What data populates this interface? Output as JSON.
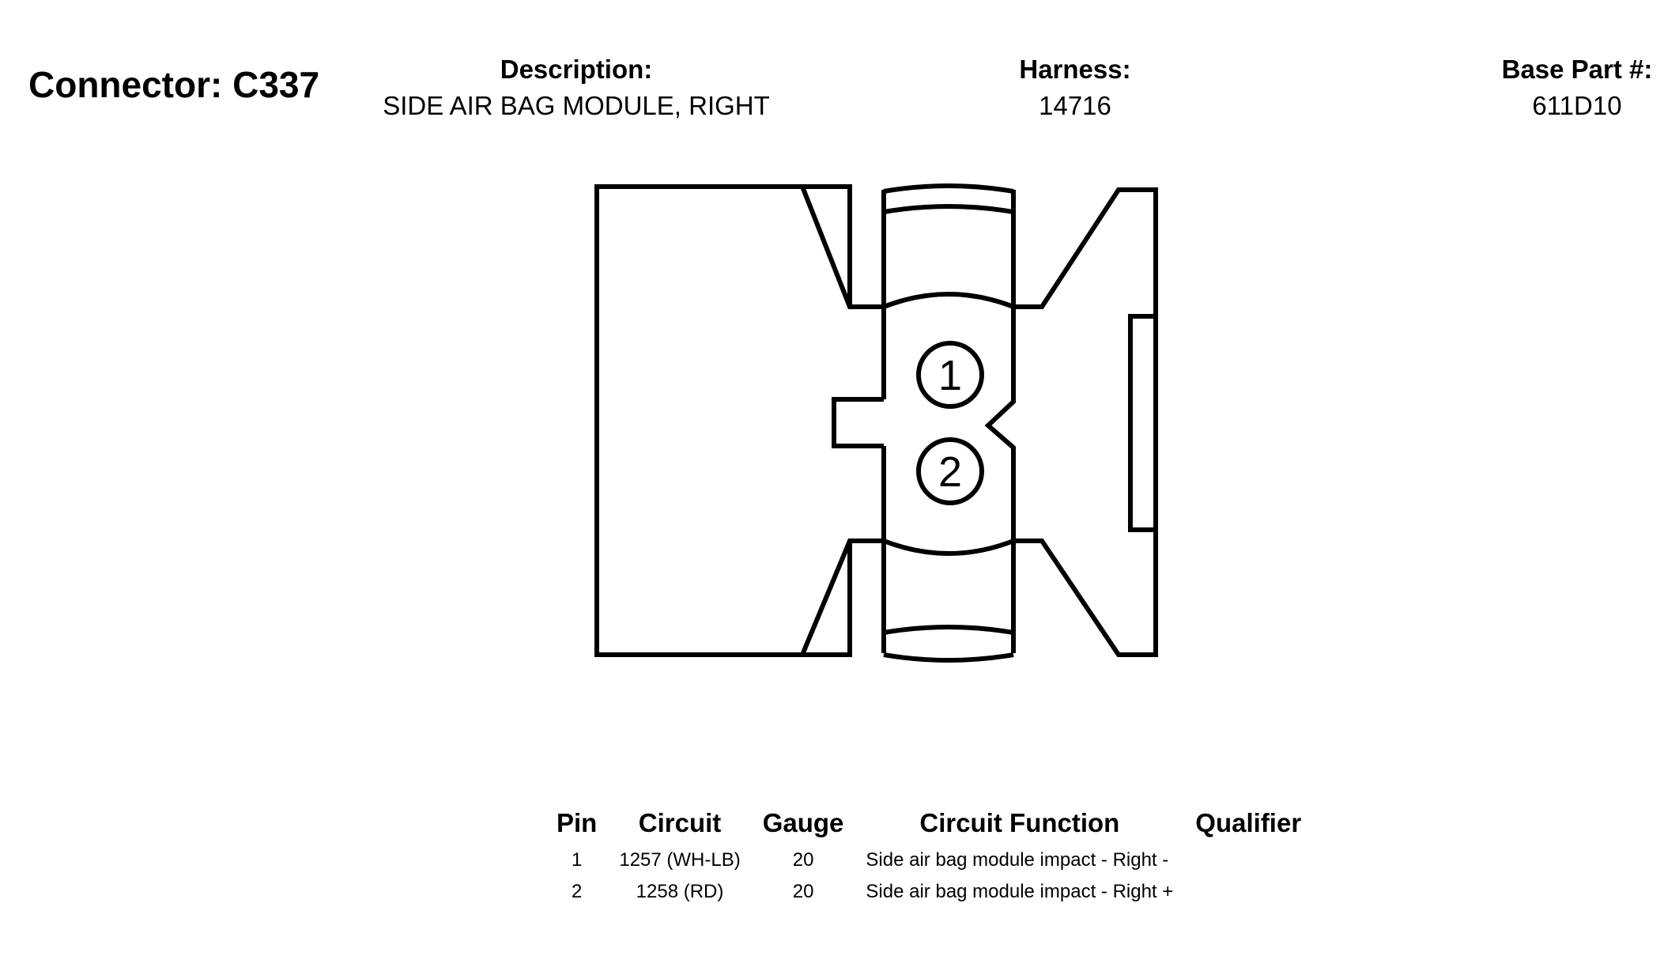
{
  "header": {
    "connector_title": "Connector: C337",
    "description_label": "Description:",
    "description_value": "SIDE AIR BAG MODULE, RIGHT",
    "harness_label": "Harness:",
    "harness_value": "14716",
    "base_part_label": "Base Part #:",
    "base_part_value": "611D10"
  },
  "diagram": {
    "pins": [
      {
        "label": "1"
      },
      {
        "label": "2"
      }
    ]
  },
  "table": {
    "headers": {
      "pin": "Pin",
      "circuit": "Circuit",
      "gauge": "Gauge",
      "function": "Circuit Function",
      "qualifier": "Qualifier"
    },
    "rows": [
      {
        "pin": "1",
        "circuit": "1257 (WH-LB)",
        "gauge": "20",
        "function": "Side air bag module impact - Right -",
        "qualifier": ""
      },
      {
        "pin": "2",
        "circuit": "1258 (RD)",
        "gauge": "20",
        "function": "Side air bag module impact - Right +",
        "qualifier": ""
      }
    ]
  }
}
